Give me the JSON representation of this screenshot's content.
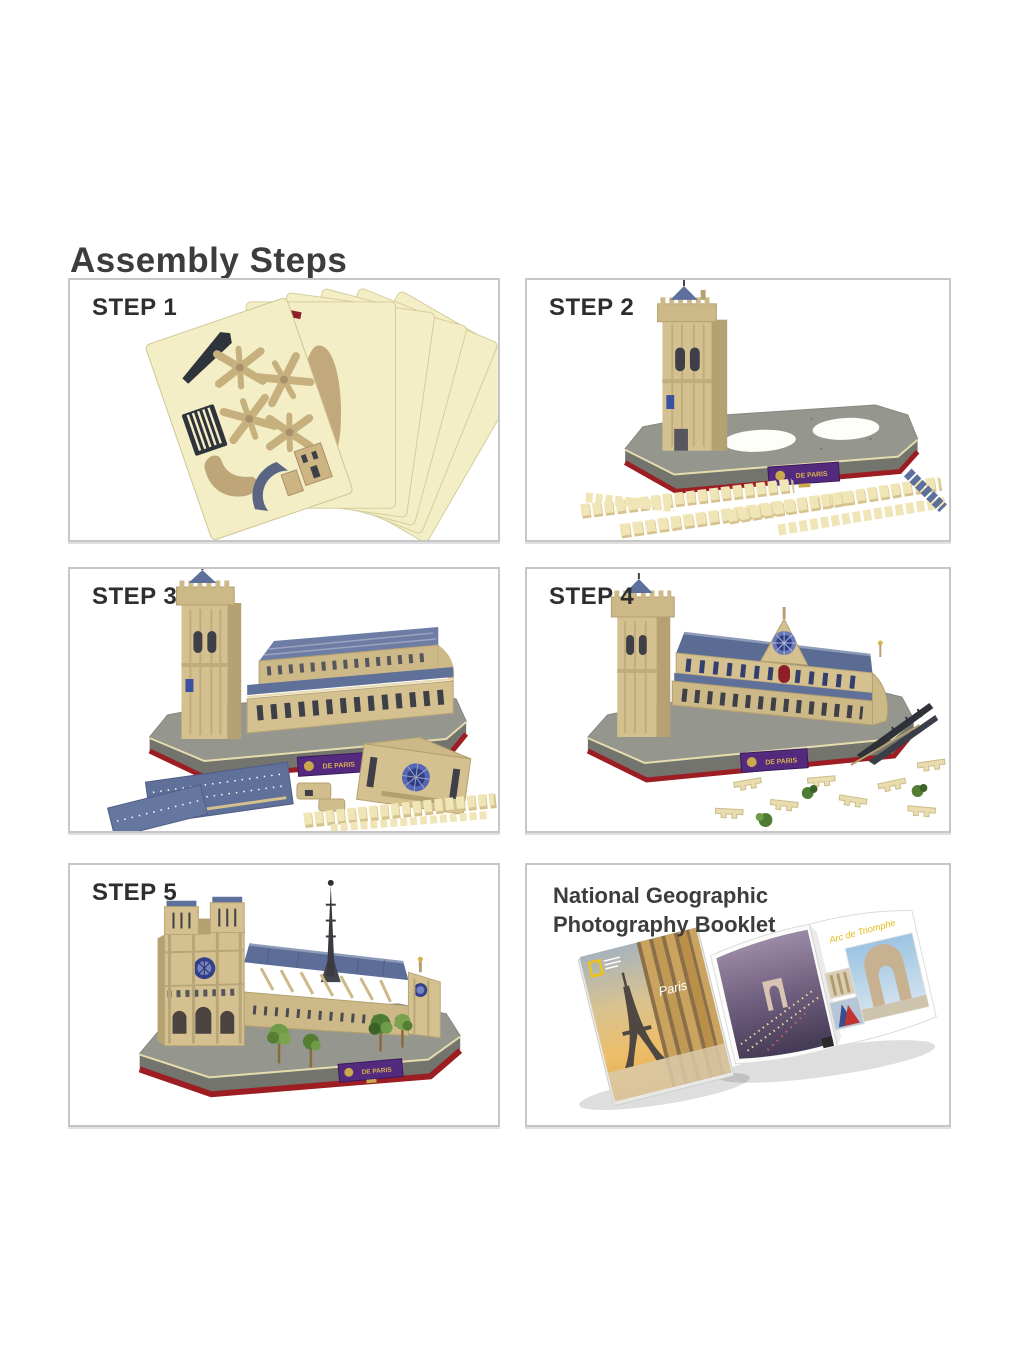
{
  "page": {
    "title": "Assembly Steps"
  },
  "steps": [
    {
      "label": "STEP 1",
      "illustration": "fan-of-punch-out-foam-sheets"
    },
    {
      "label": "STEP 2",
      "illustration": "gray-base-platform-with-bell-tower"
    },
    {
      "label": "STEP 3",
      "illustration": "tower-with-nave-gallery-walls"
    },
    {
      "label": "STEP 4",
      "illustration": "cathedral-body-with-roofs-and-rose-window"
    },
    {
      "label": "STEP 5",
      "illustration": "finished-notre-dame-with-spire-and-trees"
    }
  ],
  "booklet": {
    "title_line1": "National Geographic",
    "title_line2": "Photography Booklet",
    "cover_text": "Paris",
    "spread_caption": "Arc de Triomphe"
  },
  "model_sign": "DE PARIS",
  "colors": {
    "panel_border": "#c6c6c6",
    "label_text": "#2e2e2e",
    "sheet_cream": "#f4eec6",
    "piece_tan": "#c9b383",
    "piece_navy": "#2f333c",
    "piece_red": "#8e1f28",
    "base_gray": "#95978f",
    "base_side_gray": "#72746d",
    "trim_red": "#9c1d22",
    "wall_tan": "#d5c190",
    "roof_blue": "#5d6f9b",
    "rose_blue": "#2f3d86",
    "sign_purple": "#542a7e",
    "sign_gold": "#d9b14d",
    "tree_green": "#4f7c35",
    "natgeo_yellow": "#f2c213"
  }
}
